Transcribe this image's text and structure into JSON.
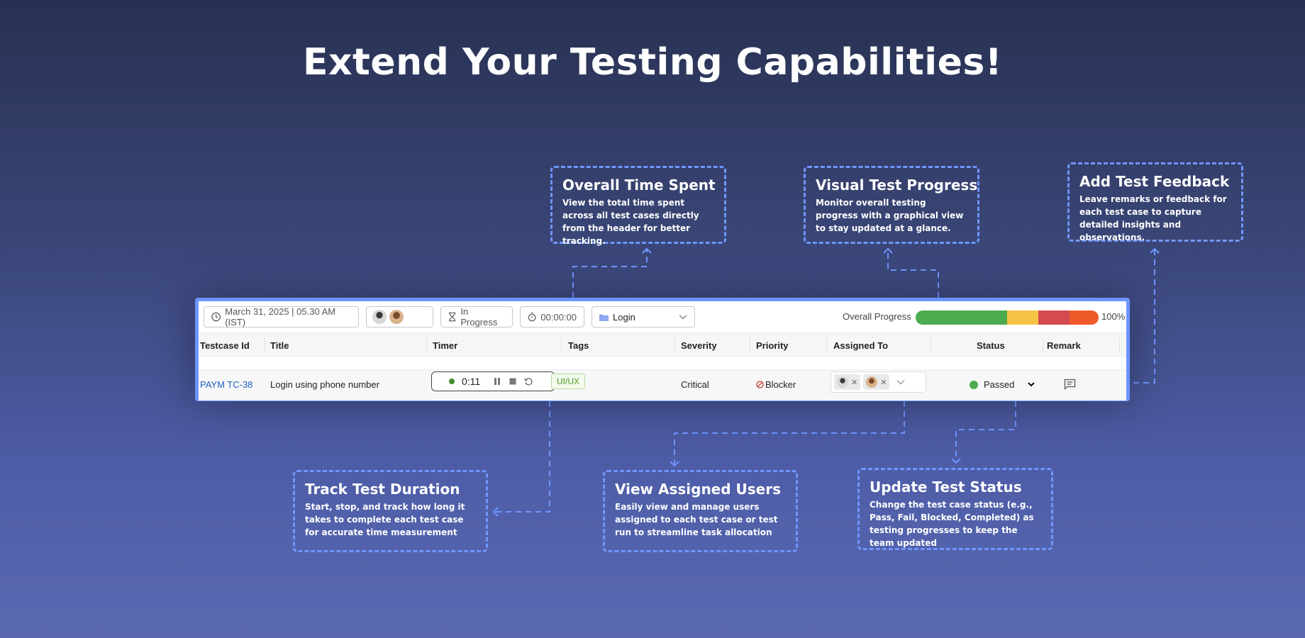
{
  "page_title": "Extend Your Testing Capabilities!",
  "callouts": {
    "time_spent": {
      "title": "Overall Time Spent",
      "text": "View the total time spent across all test cases directly from the header for better tracking."
    },
    "progress": {
      "title": "Visual Test Progress",
      "text": "Monitor overall testing progress with a graphical view to stay updated at a glance."
    },
    "feedback": {
      "title": "Add Test Feedback",
      "text": "Leave remarks or feedback for each test case to capture detailed insights and observations."
    },
    "duration": {
      "title": "Track Test Duration",
      "text": "Start, stop, and track how long it takes to complete each test case for accurate time measurement"
    },
    "users": {
      "title": "View Assigned Users",
      "text": "Easily view and manage users assigned to each test case or test run to streamline task allocation"
    },
    "status": {
      "title": "Update Test Status",
      "text": "Change the test case status (e.g., Pass, Fail, Blocked, Completed) as testing progresses to keep the team updated"
    }
  },
  "toolbar": {
    "date": "March 31, 2025 | 05.30 AM (IST)",
    "run_status": "In Progress",
    "total_time": "00:00:00",
    "module": "Login",
    "progress_label": "Overall Progress",
    "progress_pct": "100%",
    "progress_segments": [
      {
        "name": "passed",
        "fraction": 0.5,
        "color": "#4caa4f"
      },
      {
        "name": "in-progress",
        "fraction": 0.17,
        "color": "#f6c445"
      },
      {
        "name": "failed",
        "fraction": 0.17,
        "color": "#d44a4f"
      },
      {
        "name": "blocked",
        "fraction": 0.16,
        "color": "#f05a2a"
      }
    ]
  },
  "columns": [
    "Testcase Id",
    "Title",
    "Timer",
    "Tags",
    "Severity",
    "Priority",
    "Assigned To",
    "Status",
    "Remark"
  ],
  "row": {
    "id": "PAYM TC-38",
    "title": "Login using phone number",
    "timer": "0:11",
    "tag": "UI/UX",
    "severity": "Critical",
    "priority": "Blocker",
    "status": "Passed"
  },
  "colors": {
    "accent": "#6c95ff",
    "passed": "#4caa4f",
    "link": "#1b5fc7"
  }
}
